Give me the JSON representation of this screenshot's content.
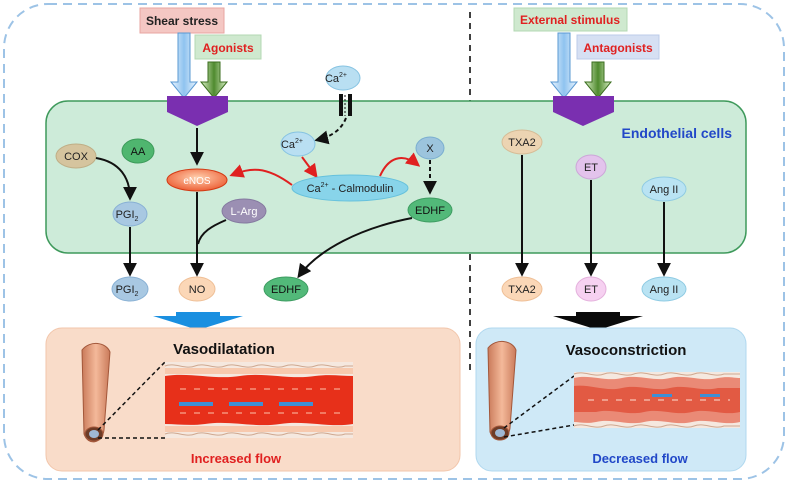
{
  "left": {
    "stimulus_label": "Shear stress",
    "agonist_label": "Agonists",
    "vessel_state": "Vasodilatation",
    "flow_label": "Increased flow"
  },
  "right": {
    "stimulus_label": "External stimulus",
    "antagonist_label": "Antagonists",
    "vessel_state": "Vasoconstriction",
    "flow_label": "Decreased flow"
  },
  "cell": {
    "label": "Endothelial cells",
    "nodes": {
      "cox": "COX",
      "aa": "AA",
      "pgi2_base": "PGI",
      "pgi2_sub": "2",
      "enos": "eNOS",
      "larg": "L-Arg",
      "ca_base": "Ca",
      "ca_sup": "2+",
      "calmodulin_suffix": " - Calmodulin",
      "x": "X",
      "edhf": "EDHF",
      "txa2": "TXA2",
      "et": "ET",
      "ang2": "Ang II"
    }
  },
  "outputs": {
    "pgi2_base": "PGI",
    "pgi2_sub": "2",
    "no": "NO",
    "edhf": "EDHF",
    "txa2": "TXA2",
    "et": "ET",
    "ang2": "Ang II"
  },
  "colors": {
    "cell_fill": "#cdebd9",
    "cell_stroke": "#3f9a5c",
    "outer_border": "#9dc3e6",
    "dilation_panel": "#f9dcc9",
    "constriction_panel": "#cfe9f7",
    "red_label": "#e02020",
    "blue_label": "#2248c8",
    "receptor": "#7a2fb0"
  }
}
